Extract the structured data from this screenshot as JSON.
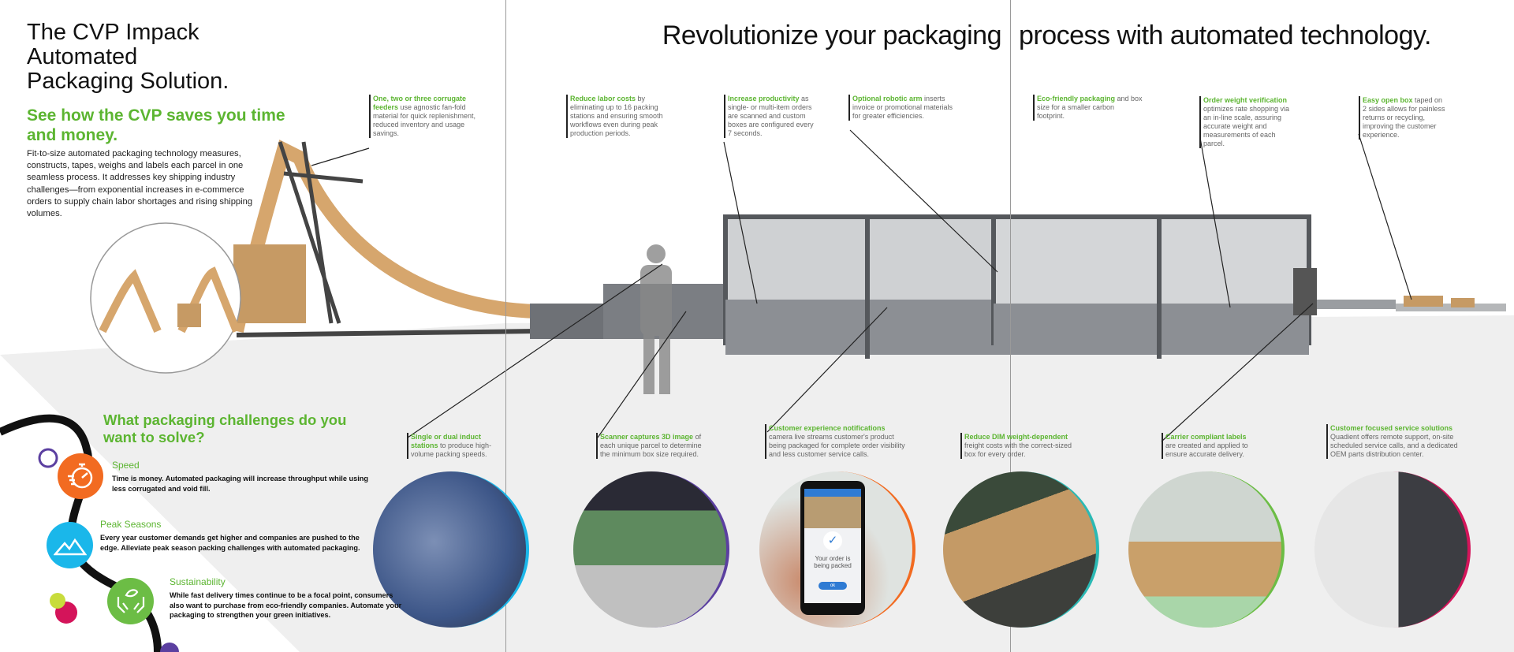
{
  "left_panel": {
    "title_lines": [
      "The CVP Impack",
      "Automated",
      "Packaging Solution."
    ],
    "subheading": "See how the CVP saves you time and money.",
    "intro": "Fit-to-size automated packaging technology measures, constructs, tapes, weighs and labels each parcel in one seamless process. It addresses key shipping industry challenges—from exponential increases in e-commerce orders to supply chain labor shortages and rising shipping volumes.",
    "challenges_heading": "What packaging challenges do you want to solve?",
    "challenges": [
      {
        "title": "Speed",
        "text": "Time is money. Automated packaging will increase throughput while using less corrugated and void fill.",
        "icon": "stopwatch-icon",
        "color": "#f26b21"
      },
      {
        "title": "Peak Seasons",
        "text": "Every year customer demands get higher and companies are pushed to the edge. Alleviate peak season packing challenges with automated packaging.",
        "icon": "mountains-icon",
        "color": "#1ab7ea"
      },
      {
        "title": "Sustainability",
        "text": "While fast delivery times continue to be a focal point, consumers also want to purchase from eco-friendly companies. Automate your packaging to strengthen your green initiatives.",
        "icon": "hands-leaf-icon",
        "color": "#6cbd45"
      }
    ]
  },
  "headline": {
    "part1": "Revolutionize your packaging",
    "part2": "process with automated technology."
  },
  "top_callouts": [
    {
      "bold": "One, two or three corrugate feeders",
      "text": " use agnostic fan-fold material for quick replenishment, reduced inventory and usage savings."
    },
    {
      "bold": "Reduce labor costs",
      "text": " by eliminating up to 16 packing stations and ensuring smooth workflows even during peak production periods."
    },
    {
      "bold": "Increase productivity",
      "text": " as single- or multi-item orders are scanned and custom boxes are configured every 7 seconds."
    },
    {
      "bold": "Optional robotic arm",
      "text": " inserts invoice or promotional materials for greater efficiencies."
    },
    {
      "bold": "Eco-friendly packaging",
      "text": " and box size for a smaller carbon footprint."
    },
    {
      "bold": "Order weight verification",
      "text": " optimizes rate shopping via an in-line scale, assuring accurate weight and measurements of each parcel."
    },
    {
      "bold": "Easy open box",
      "text": " taped on 2 sides allows for painless returns or recycling, improving the customer experience."
    }
  ],
  "bottom_callouts": [
    {
      "bold": "Single or dual induct stations",
      "text": " to produce high-volume packing speeds.",
      "color": "#1ab7ea"
    },
    {
      "bold": "Scanner captures 3D image",
      "text": " of each unique parcel to determine the minimum box size required.",
      "color": "#5b3fa0"
    },
    {
      "bold": "Customer experience notifications",
      "text": " camera live streams customer's product being packaged for complete order visibility and less customer service calls.",
      "color": "#f26b21"
    },
    {
      "bold": "Reduce DIM weight-dependent",
      "text": " freight costs with the correct-sized box for every order.",
      "color": "#2bb9b4"
    },
    {
      "bold": "Carrier compliant labels",
      "text": " are created and applied to ensure accurate delivery.",
      "color": "#6cbd45"
    },
    {
      "bold": "Customer focused service solutions",
      "text": " Quadient offers remote support, on-site scheduled service calls, and a dedicated OEM parts distribution center.",
      "color": "#d4145a"
    }
  ],
  "phone_screen": {
    "message": "Your order is being packed",
    "button": "ok"
  },
  "colors": {
    "green": "#5cb531",
    "floor": "#efefef",
    "machine": "#6e7176"
  }
}
